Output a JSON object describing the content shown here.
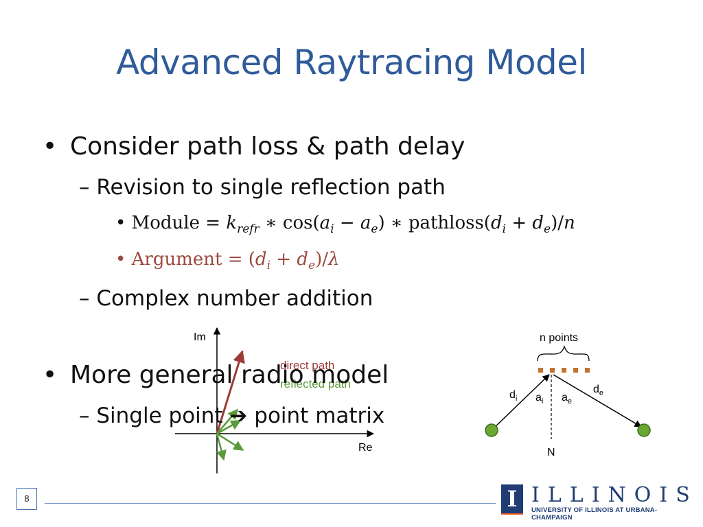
{
  "slide": {
    "title": "Advanced Raytracing Model",
    "page_number": "8"
  },
  "bullets": {
    "b1": "Consider path loss & path delay",
    "b1_sub1": "Revision to single reflection path",
    "b1_sub1_module": {
      "label": "Module",
      "eq": "=",
      "k": "k",
      "k_sub": "refr",
      "star1": "∗",
      "cos": "cos(",
      "a_i": "a",
      "a_i_sub": "i",
      "minus": "−",
      "a_e": "a",
      "a_e_sub": "e",
      "close1": ")",
      "star2": "∗",
      "pathloss": "pathloss(",
      "d_i": "d",
      "d_i_sub": "i",
      "plus": "+",
      "d_e": "d",
      "d_e_sub": "e",
      "close2": ")/",
      "n": "n"
    },
    "b1_sub1_argument": {
      "label": "Argument",
      "eq": "=",
      "open": "(",
      "d_i": "d",
      "d_i_sub": "i",
      "plus": "+",
      "d_e": "d",
      "d_e_sub": "e",
      "close": ")/",
      "lambda": "λ"
    },
    "b1_sub2": "Complex number addition",
    "b2": "More general radio model",
    "b2_sub1_prefix": "Single point",
    "b2_sub1_suffix": "point matrix"
  },
  "complex_plot": {
    "axis_im": "Im",
    "axis_re": "Re",
    "legend_direct": "direct path",
    "legend_reflected": "reflected path",
    "colors": {
      "direct": "#9c3b35",
      "reflected": "#5a9a38",
      "axis": "#000000"
    }
  },
  "ray_diagram": {
    "label_n_points": "n points",
    "label_di": "d",
    "label_di_sub": "i",
    "label_ai": "a",
    "label_ai_sub": "i",
    "label_ae": "a",
    "label_ae_sub": "e",
    "label_de": "d",
    "label_de_sub": "e",
    "label_normal": "N",
    "colors": {
      "node": "#6aa832",
      "point": "#c0732e"
    }
  },
  "footer": {
    "logo_letter": "I",
    "logo_word": "ILLINOIS",
    "logo_sub": "UNIVERSITY OF ILLINOIS AT URBANA-CHAMPAIGN"
  }
}
